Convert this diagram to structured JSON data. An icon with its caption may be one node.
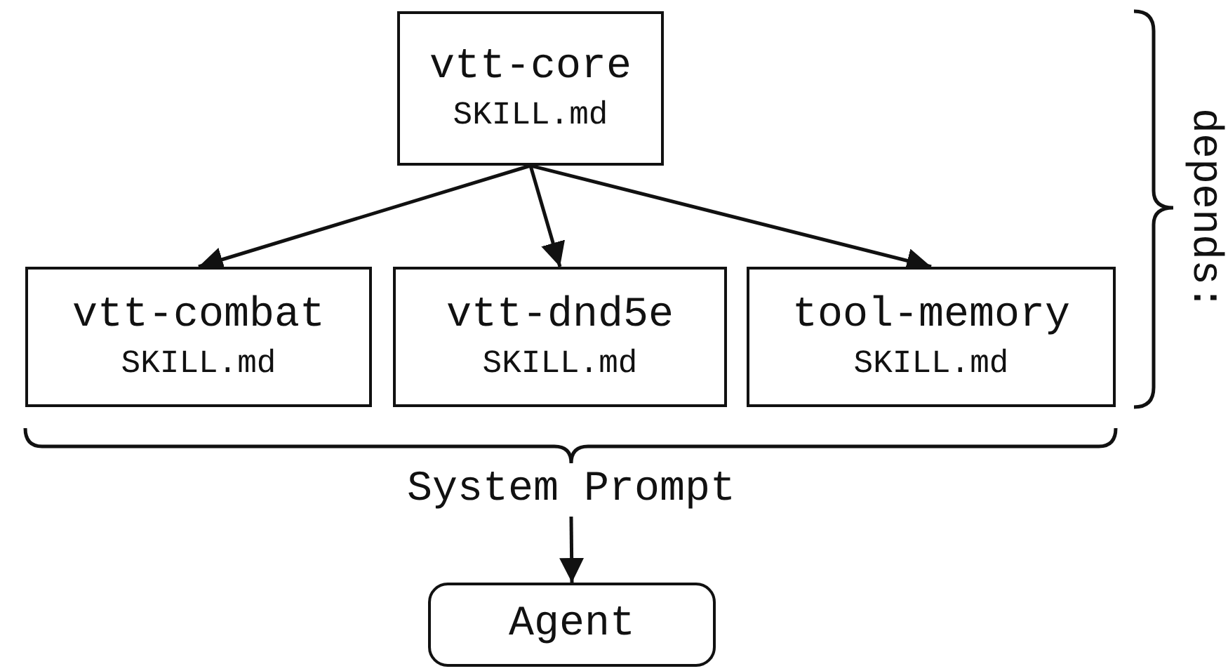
{
  "diagram": {
    "nodes": [
      {
        "text": [
          "vtt-core",
          "SKILL.md"
        ]
      },
      {
        "text": [
          "vtt-combat",
          "SKILL.md"
        ]
      },
      {
        "text": [
          "vtt-dnd5e",
          "SKILL.md"
        ]
      },
      {
        "text": [
          "tool-memory",
          "SKILL.md"
        ]
      },
      {
        "text": [
          "System Prompt"
        ]
      },
      {
        "text": [
          "Agent"
        ]
      }
    ],
    "edges": [
      {
        "from": 0,
        "to": 1,
        "arrow": "to"
      },
      {
        "from": 0,
        "to": 2,
        "arrow": "to"
      },
      {
        "from": 0,
        "to": 3,
        "arrow": "to"
      },
      {
        "from": 4,
        "to": 5,
        "arrow": "to"
      }
    ],
    "labels": [
      "depends:"
    ]
  }
}
